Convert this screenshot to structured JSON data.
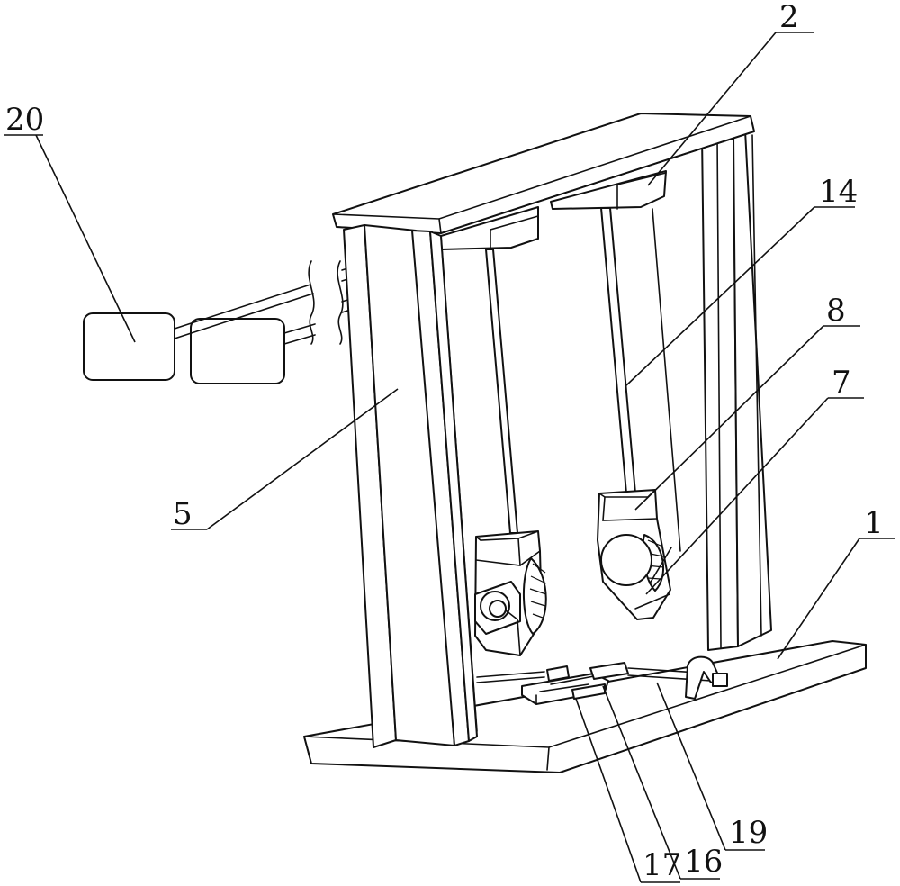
{
  "labels": {
    "l1": "1",
    "l2": "2",
    "l5": "5",
    "l7": "7",
    "l8": "8",
    "l14": "14",
    "l16": "16",
    "l17": "17",
    "l19": "19",
    "l20": "20"
  }
}
